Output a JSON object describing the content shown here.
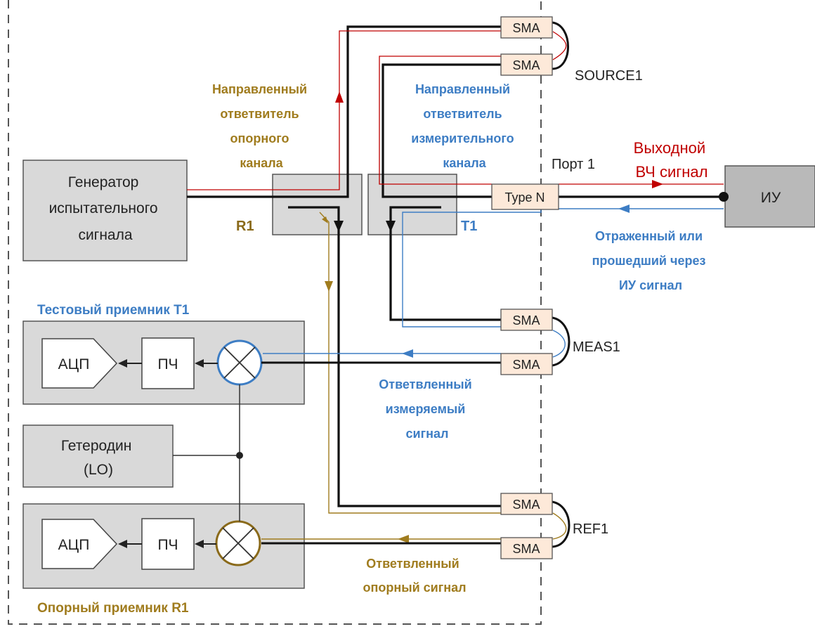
{
  "blocks": {
    "generator": [
      "Генератор",
      "испытательного",
      "сигнала"
    ],
    "dut": "ИУ",
    "lo": [
      "Гетеродин",
      "(LO)"
    ],
    "adc": "АЦП",
    "if": "ПЧ"
  },
  "connectors": {
    "sma": "SMA",
    "type_n": "Type N"
  },
  "ports": {
    "source": "SOURCE1",
    "meas": "MEAS1",
    "ref": "REF1",
    "port1": "Порт 1"
  },
  "couplers": {
    "r1": "R1",
    "t1": "T1",
    "ref_coupler": [
      "Направленный",
      "ответвитель",
      "опорного",
      "канала"
    ],
    "meas_coupler": [
      "Направленный",
      "ответвитель",
      "измерительного",
      "канала"
    ]
  },
  "receivers": {
    "test": "Тестовый приемник T1",
    "ref": "Опорный приемник R1"
  },
  "signals": {
    "output": [
      "Выходной",
      "ВЧ сигнал"
    ],
    "reflected": [
      "Отраженный или",
      "прошедший через",
      "ИУ сигнал"
    ],
    "branched_meas": [
      "Ответвленный",
      "измеряемый",
      "сигнал"
    ],
    "branched_ref": [
      "Ответвленный",
      "опорный сигнал"
    ]
  },
  "colors": {
    "red": "#c00000",
    "blue": "#3d7dc4",
    "gold": "#a07c1e",
    "box_fill": "#d9d9d9",
    "sma_fill": "#fde9d9"
  }
}
